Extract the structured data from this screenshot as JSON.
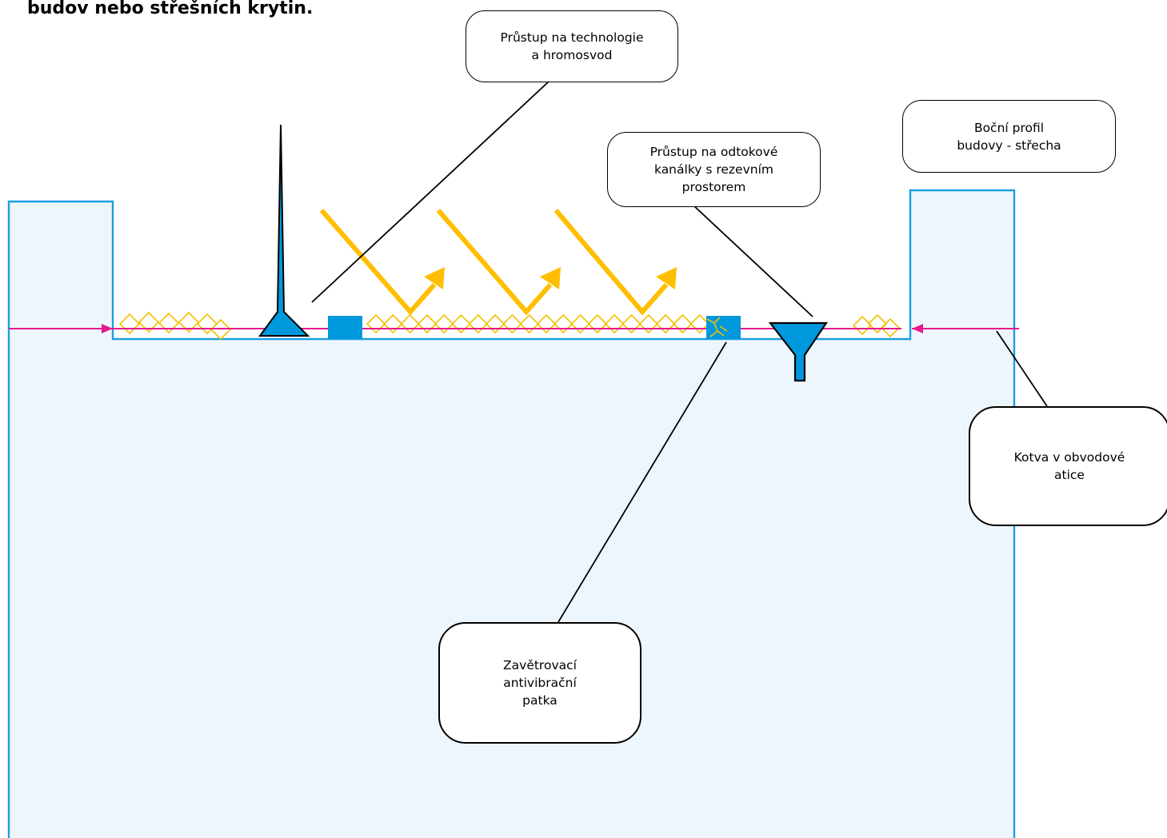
{
  "heading": "budov nebo střešních krytin.",
  "colors": {
    "building_fill": "#eef6fd",
    "building_stroke": "#1aa0e0",
    "component_fill": "#0098dc",
    "gravel": "#f5c000",
    "arrow": "#ffbe00",
    "anchor_line": "#e6198c",
    "leader": "#000000"
  },
  "callouts": {
    "technology": "Průstup na technologie\na hromosvod",
    "drain": "Průstup na odtokové\nkanálky s rezevním\nprostorem",
    "profile": "Boční profil\nbudovy - střecha",
    "anchor": "Kotva v obvodové\natice",
    "foot": "Zavětrovací\nantivibrační\npatka"
  },
  "icons": {
    "lightning_rod": "lightning-rod-icon",
    "drain": "funnel-drain-icon",
    "foot": "block-foot-icon"
  }
}
